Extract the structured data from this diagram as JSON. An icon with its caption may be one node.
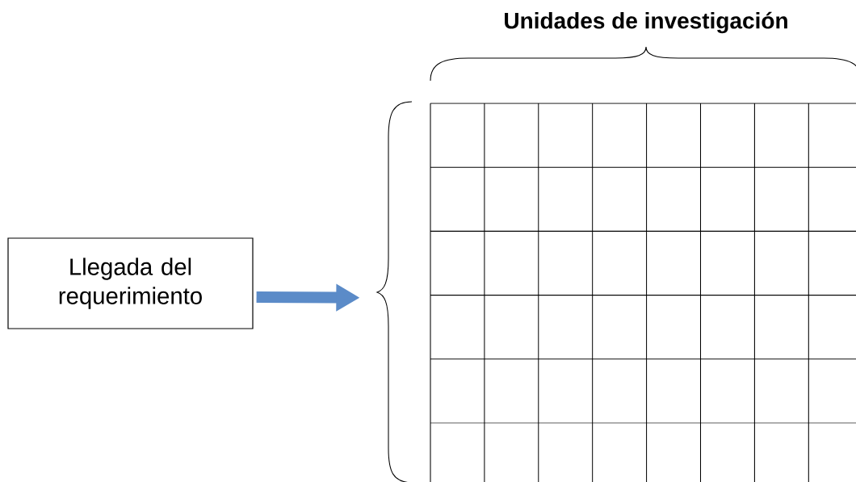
{
  "diagram": {
    "nodes": [
      {
        "text": [
          "Llegada del requerimiento"
        ]
      },
      {
        "text": [
          "Unidades de investigación"
        ]
      }
    ],
    "edges": [
      {
        "from": 0,
        "to": 1,
        "arrow": "to"
      }
    ]
  }
}
